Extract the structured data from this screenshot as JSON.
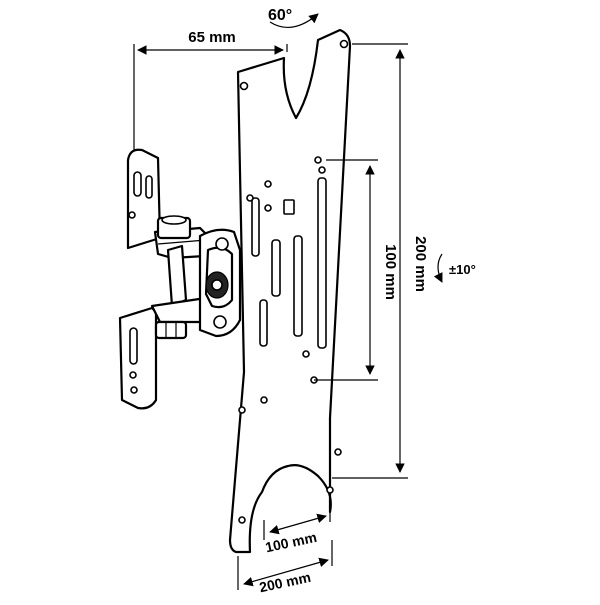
{
  "dimensions": {
    "arm_depth": "65 mm",
    "plate_height": "200 mm",
    "inner_height": "100 mm",
    "inner_width": "100 mm",
    "plate_width": "200 mm"
  },
  "rotations": {
    "swivel": "60°",
    "tilt": "±10°"
  },
  "colors": {
    "line": "#000000",
    "background": "#ffffff"
  }
}
